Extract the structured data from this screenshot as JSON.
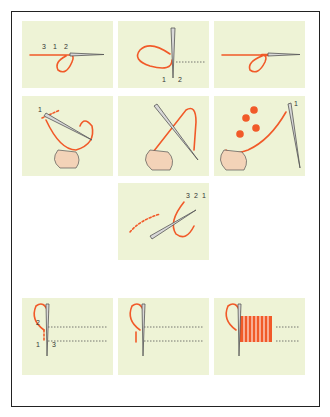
{
  "diagram": {
    "labels": [
      "3",
      "1",
      "2",
      "1",
      "2",
      "1",
      "1",
      "3",
      "2",
      "1",
      "2",
      "1",
      "3"
    ]
  }
}
